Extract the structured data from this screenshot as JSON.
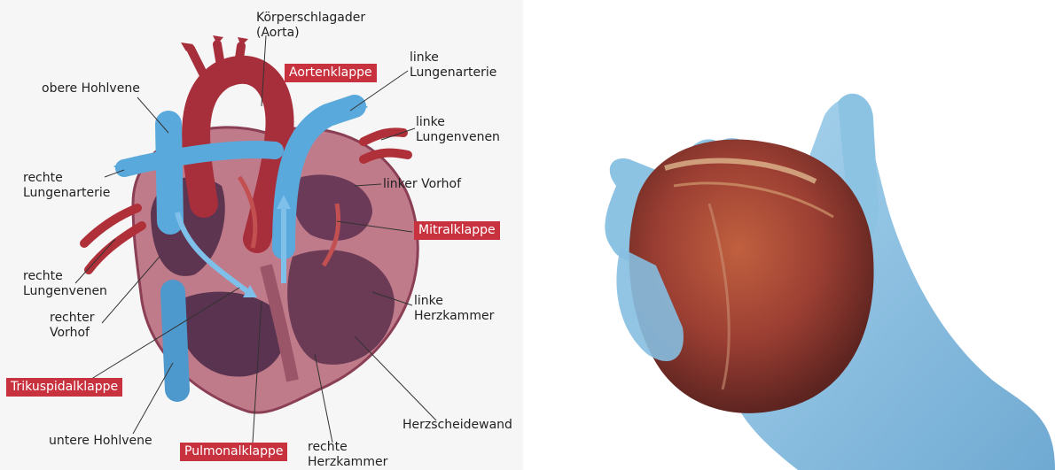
{
  "diagram": {
    "labels": {
      "aorta": "Körperschlagader\n(Aorta)",
      "obere_hohlvene": "obere Hohlvene",
      "linke_lungenarterie": "linke\nLungenarterie",
      "linke_lungenvenen": "linke\nLungenvenen",
      "rechte_lungenarterie": "rechte\nLungenarterie",
      "linker_vorhof": "linker Vorhof",
      "rechte_lungenvenen": "rechte\nLungenvenen",
      "rechter_vorhof": "rechter\nVorhof",
      "linke_herzkammer": "linke\nHerzkammer",
      "untere_hohlvene": "untere Hohlvene",
      "herzscheidewand": "Herzscheidewand",
      "rechte_herzkammer": "rechte\nHerzkammer"
    },
    "highlighted": {
      "aortenklappe": "Aortenklappe",
      "mitralklappe": "Mitralklappe",
      "trikuspidalklappe": "Trikuspidalklappe",
      "pulmonalklappe": "Pulmonalklappe"
    },
    "colors": {
      "highlight_bg": "#c8323f",
      "heart_wall": "#b86a7a",
      "heart_inner": "#6b3a55",
      "vessel_red": "#b0303a",
      "vessel_blue": "#5aa9dc",
      "glove": "#8cc3e3",
      "organ": "#a8473a"
    }
  }
}
